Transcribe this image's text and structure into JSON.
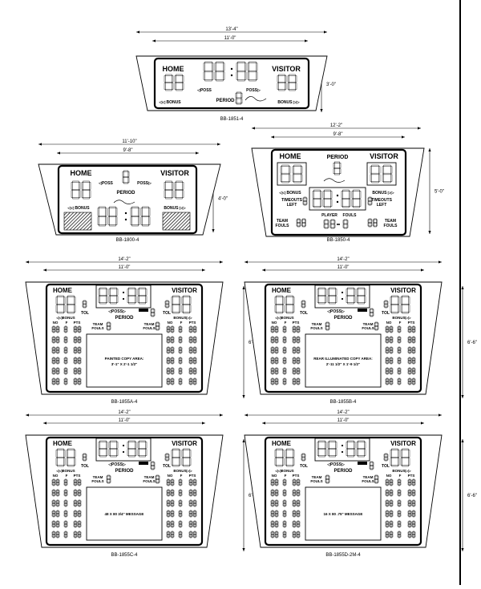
{
  "diagrams": [
    {
      "id": "bb1851",
      "kind": "small",
      "model": "BB-1851-4",
      "width_overall": "13'-4\"",
      "width_face": "11'-0\"",
      "height": "3'-0\"",
      "labels": {
        "home": "HOME",
        "visitor": "VISITOR",
        "period": "PERIOD",
        "bonus": "BONUS",
        "poss": "POSS"
      }
    },
    {
      "id": "bb1800",
      "kind": "period",
      "model": "BB-1800-4",
      "width_overall": "11'-10\"",
      "width_face": "9'-8\"",
      "height": "4'-0\"",
      "labels": {
        "home": "HOME",
        "visitor": "VISITOR",
        "period": "PERIOD",
        "bonus": "BONUS",
        "poss": "POSS"
      }
    },
    {
      "id": "bb1850",
      "kind": "timeouts",
      "model": "BB-1850-4",
      "width_overall": "12'-2\"",
      "width_face": "9'-8\"",
      "height": "5'-0\"",
      "labels": {
        "home": "HOME",
        "visitor": "VISITOR",
        "period": "PERIOD",
        "bonus": "BONUS",
        "timeouts": "TIMEOUTS",
        "left": "LEFT",
        "player": "PLAYER",
        "fouls": "FOULS",
        "team": "TEAM",
        "team_fouls": "FOULS"
      }
    },
    {
      "id": "bb1855a",
      "kind": "stats",
      "model": "BB-1855A-4",
      "width_overall": "14'-2\"",
      "width_face": "11'-0\"",
      "height": "6'-6\"",
      "copy_text": "PAINTED COPY AREA: 3'-1\" X 2'-1 1/2\"",
      "labels": {
        "home": "HOME",
        "visitor": "VISITOR",
        "period": "PERIOD",
        "bonus": "BONUS",
        "poss": "POSS",
        "tol": "TOL",
        "no": "NO",
        "f": "F",
        "pts": "PTS",
        "team": "TEAM",
        "fouls": "FOULS"
      }
    },
    {
      "id": "bb1855b",
      "kind": "stats",
      "model": "BB-1855B-4",
      "width_overall": "14'-2\"",
      "width_face": "11'-0\"",
      "height": "6'-6\"",
      "copy_text": "REAR ILLUMINATED COPY AREA: 2'-11 1/2\" X 1'-9 1/2\"",
      "labels": {
        "home": "HOME",
        "visitor": "VISITOR",
        "period": "PERIOD",
        "bonus": "BONUS",
        "poss": "POSS",
        "tol": "TOL",
        "no": "NO",
        "f": "F",
        "pts": "PTS",
        "team": "TEAM",
        "fouls": "FOULS"
      }
    },
    {
      "id": "bb1855c",
      "kind": "stats",
      "model": "BB-1855C-4",
      "width_overall": "14'-2\"",
      "width_face": "11'-0\"",
      "height": "6'-6\"",
      "copy_text": "48 X 80 3/4\" MESSAGE",
      "labels": {
        "home": "HOME",
        "visitor": "VISITOR",
        "period": "PERIOD",
        "bonus": "BONUS",
        "poss": "POSS",
        "tol": "TOL",
        "no": "NO",
        "f": "F",
        "pts": "PTS",
        "team": "TEAM",
        "fouls": "FOULS"
      }
    },
    {
      "id": "bb1855d",
      "kind": "stats",
      "model": "BB-1855D-2M-4",
      "width_overall": "14'-2\"",
      "width_face": "11'-0\"",
      "height": "6'-6\"",
      "copy_text": "16 X 80 .75\" MESSAGE",
      "labels": {
        "home": "HOME",
        "visitor": "VISITOR",
        "period": "PERIOD",
        "bonus": "BONUS",
        "poss": "POSS",
        "tol": "TOL",
        "no": "NO",
        "f": "F",
        "pts": "PTS",
        "team": "TEAM",
        "fouls": "FOULS"
      }
    }
  ]
}
